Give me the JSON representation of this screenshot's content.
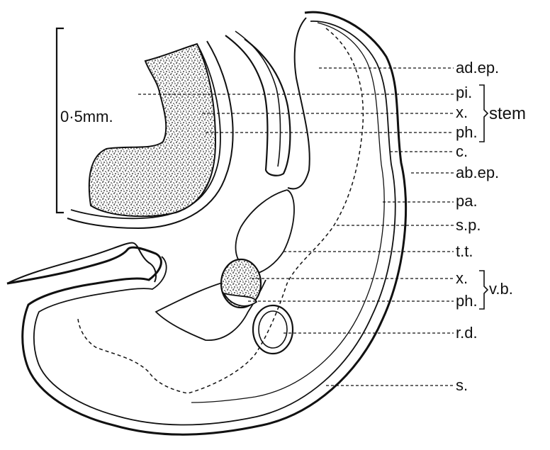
{
  "scale_bar": {
    "label": "0·5mm."
  },
  "labels": {
    "ad_ep": "ad.ep.",
    "pi": "pi.",
    "x_stem": "x.",
    "ph_stem": "ph.",
    "c": "c.",
    "ab_ep": "ab.ep.",
    "pa": "pa.",
    "s_p": "s.p.",
    "t_t": "t.t.",
    "x_vb": "x.",
    "ph_vb": "ph.",
    "r_d": "r.d.",
    "s": "s."
  },
  "groups": {
    "stem": "stem",
    "vb": "v.b."
  },
  "colors": {
    "ink": "#111111",
    "background": "#ffffff"
  }
}
